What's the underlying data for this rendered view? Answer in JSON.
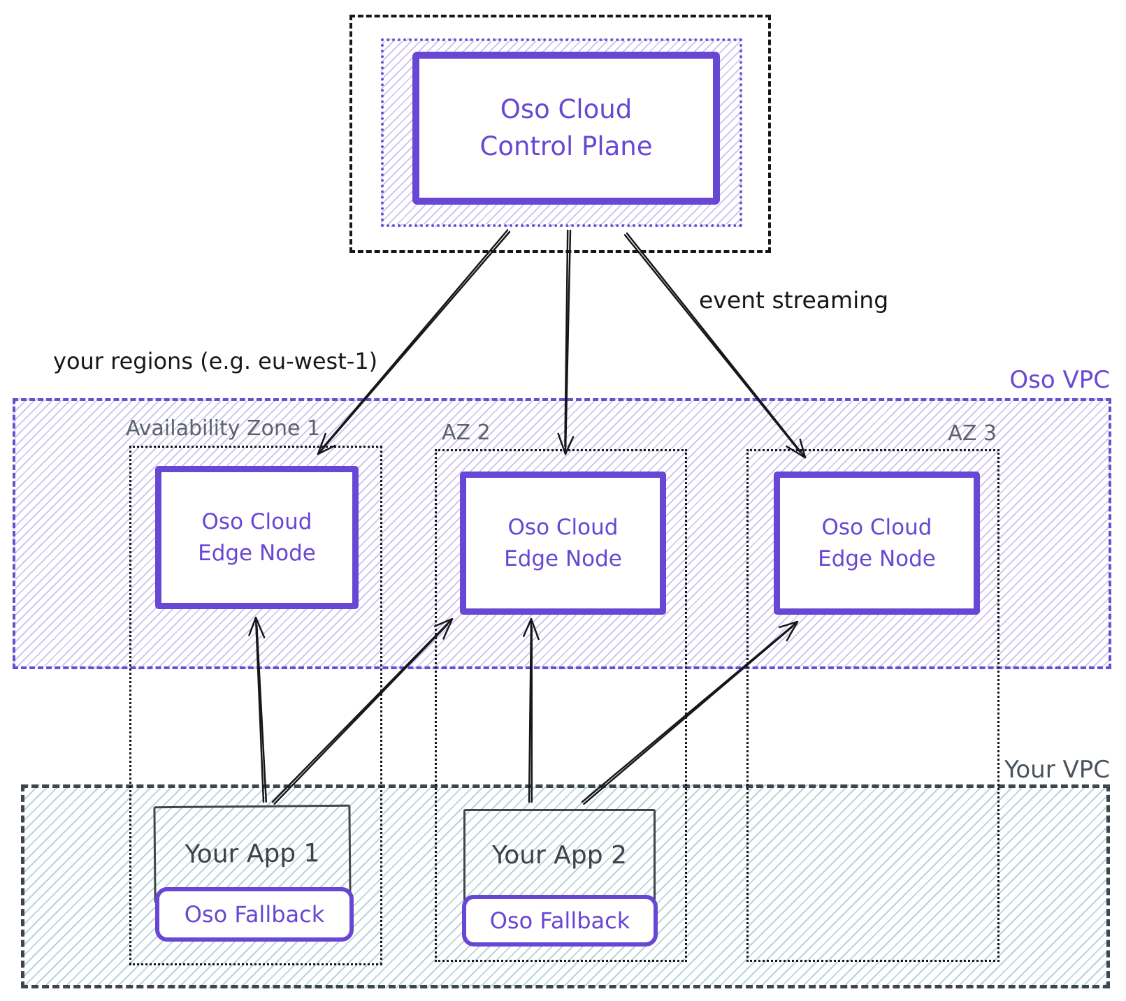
{
  "control_plane": {
    "line1": "Oso Cloud",
    "line2": "Control Plane"
  },
  "labels": {
    "event_streaming": "event streaming",
    "your_regions": "your regions (e.g. eu-west-1)",
    "oso_vpc": "Oso VPC",
    "your_vpc": "Your VPC"
  },
  "zones": [
    {
      "label": "Availability Zone 1"
    },
    {
      "label": "AZ 2"
    },
    {
      "label": "AZ 3"
    }
  ],
  "edge_nodes": [
    {
      "line1": "Oso Cloud",
      "line2": "Edge Node"
    },
    {
      "line1": "Oso Cloud",
      "line2": "Edge Node"
    },
    {
      "line1": "Oso Cloud",
      "line2": "Edge Node"
    }
  ],
  "apps": [
    {
      "label": "Your App 1",
      "fallback": "Oso Fallback"
    },
    {
      "label": "Your App 2",
      "fallback": "Oso Fallback"
    }
  ],
  "colors": {
    "purple": "#6747d3",
    "purple_hatch": "#b9a7ec",
    "purple_dash_border": "#6451cf",
    "zone_label_gray": "#5a636c",
    "dark": "#17171b",
    "teal_hatch": "#9fc8cc",
    "your_vpc_border": "#3d454d"
  }
}
